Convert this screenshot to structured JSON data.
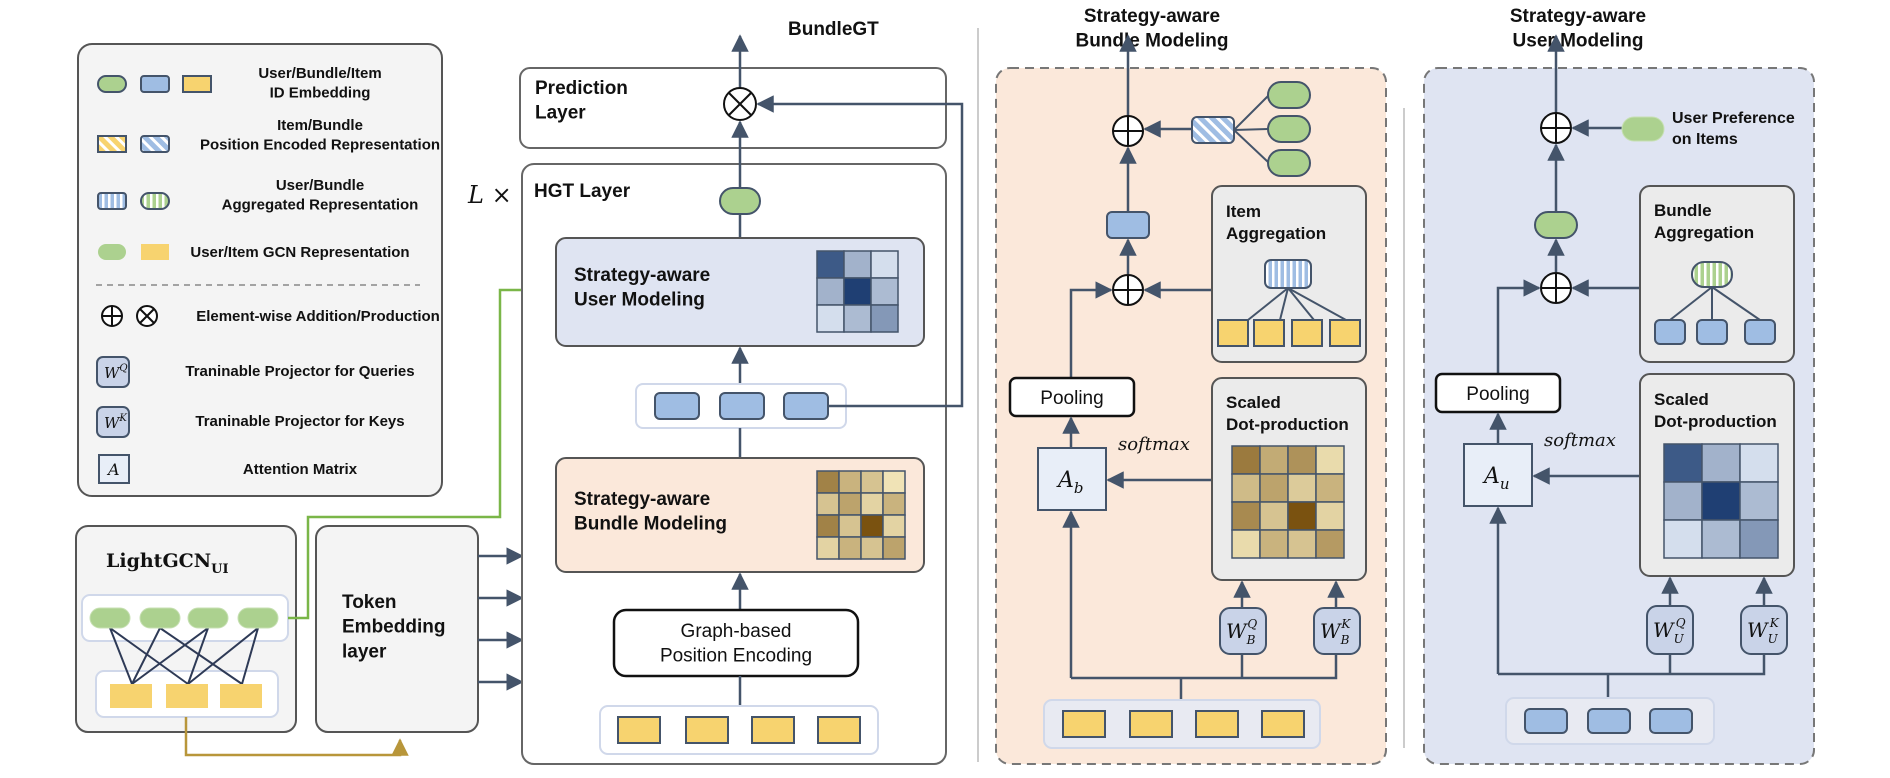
{
  "colors": {
    "green": "#acd18f",
    "blue": "#9fbde3",
    "yellow": "#f7d36f",
    "panel_bundle": "#fbe8da",
    "panel_user": "#dfe4f2",
    "arrow": "#44546a",
    "olive_arrow": "#b8963a",
    "green_arrow": "#7ab648"
  },
  "legend": {
    "id_embedding": "User/Bundle/Item\nID Embedding",
    "position_encoded": "Item/Bundle\nPosition Encoded Representation",
    "aggregated": "User/Bundle\nAggregated Representation",
    "gcn": "User/Item GCN Representation",
    "element_wise": "Element-wise Addition/Production",
    "wq_symbol": "W",
    "wq_sup": "Q",
    "wq_label": "Traninable Projector for Queries",
    "wk_symbol": "W",
    "wk_sup": "K",
    "wk_label": "Traninable Projector for Keys",
    "a_symbol": "A",
    "a_label": "Attention Matrix"
  },
  "lightgcn": {
    "title": "LightGCN",
    "subscript": "UI"
  },
  "token_embedding": "Token\nEmbedding\nlayer",
  "bundlegt": {
    "title": "BundleGT",
    "prediction_layer": "Prediction\nLayer",
    "repeat": "L ×",
    "hgt_layer": "HGT Layer",
    "user_modeling": "Strategy-aware\nUser Modeling",
    "bundle_modeling": "Strategy-aware\nBundle Modeling",
    "position_encoding": "Graph-based\nPosition Encoding"
  },
  "bundle_panel": {
    "title": "Strategy-aware\nBundle Modeling",
    "aggregation": "Item\nAggregation",
    "pooling": "Pooling",
    "softmax": "softmax",
    "attn_symbol": "A",
    "attn_sub": "b",
    "scaled": "Scaled\nDot-production",
    "wq": "W",
    "wq_sub": "B",
    "wq_sup": "Q",
    "wk": "W",
    "wk_sub": "B",
    "wk_sup": "K"
  },
  "user_panel": {
    "title": "Strategy-aware\nUser Modeling",
    "preference": "User Preference\non Items",
    "aggregation": "Bundle\nAggregation",
    "pooling": "Pooling",
    "softmax": "softmax",
    "attn_symbol": "A",
    "attn_sub": "u",
    "scaled": "Scaled\nDot-production",
    "wq": "W",
    "wq_sub": "U",
    "wq_sup": "Q",
    "wk": "W",
    "wk_sub": "U",
    "wk_sup": "K"
  },
  "heatmaps": {
    "user_small": [
      [
        0.85,
        0.35,
        0.1
      ],
      [
        0.35,
        1.0,
        0.3
      ],
      [
        0.1,
        0.3,
        0.5
      ]
    ],
    "bundle_small": [
      [
        0.7,
        0.4,
        0.3,
        0.1
      ],
      [
        0.3,
        0.5,
        0.2,
        0.4
      ],
      [
        0.7,
        0.3,
        1.0,
        0.2
      ],
      [
        0.2,
        0.4,
        0.3,
        0.5
      ]
    ],
    "bundle_big": [
      [
        0.75,
        0.45,
        0.6,
        0.15
      ],
      [
        0.35,
        0.5,
        0.25,
        0.4
      ],
      [
        0.65,
        0.3,
        1.0,
        0.2
      ],
      [
        0.15,
        0.4,
        0.3,
        0.55
      ]
    ],
    "user_big": [
      [
        0.85,
        0.35,
        0.1
      ],
      [
        0.35,
        1.0,
        0.3
      ],
      [
        0.1,
        0.3,
        0.5
      ]
    ]
  }
}
